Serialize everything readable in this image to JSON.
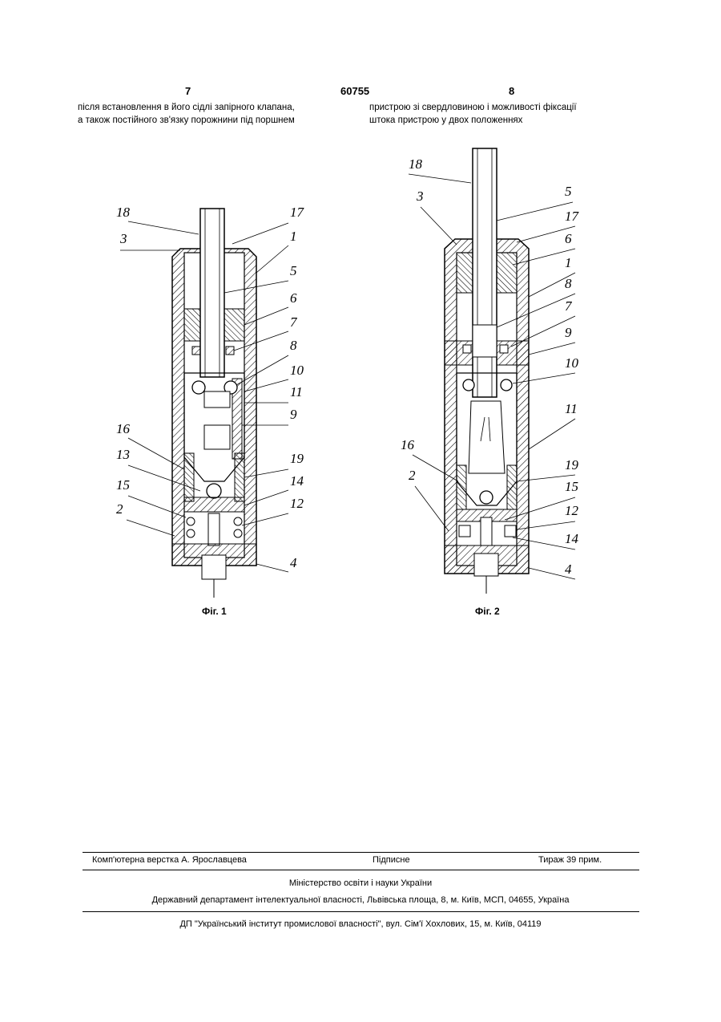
{
  "header": {
    "page_left": "7",
    "patent_number": "60755",
    "page_right": "8"
  },
  "text": {
    "left_col": [
      "після встановлення в його сідлі запірного клапана,",
      "а також постійного зв'язку порожнини під поршнем"
    ],
    "right_col": [
      "пристрою зі свердловиною і можливості фіксації",
      "штока пристрою у двох положеннях"
    ]
  },
  "figures": {
    "fig1": {
      "caption": "Фіг. 1",
      "labels": {
        "l18": "18",
        "l3": "3",
        "l17": "17",
        "l1": "1",
        "l5": "5",
        "l6": "6",
        "l7": "7",
        "l8": "8",
        "l10": "10",
        "l11": "11",
        "l9": "9",
        "l16": "16",
        "l13": "13",
        "l19": "19",
        "l14": "14",
        "l15": "15",
        "l12": "12",
        "l2": "2",
        "l4": "4"
      }
    },
    "fig2": {
      "caption": "Фіг. 2",
      "labels": {
        "l18": "18",
        "l3": "3",
        "l5": "5",
        "l17": "17",
        "l6": "6",
        "l1": "1",
        "l8": "8",
        "l7": "7",
        "l9": "9",
        "l10": "10",
        "l11": "11",
        "l16": "16",
        "l19": "19",
        "l2": "2",
        "l15": "15",
        "l12": "12",
        "l14": "14",
        "l4": "4"
      }
    }
  },
  "footer": {
    "composer": "Комп'ютерна верстка А. Ярославцева",
    "signed": "Підписне",
    "circulation": "Тираж 39 прим.",
    "ministry": "Міністерство освіти і науки України",
    "department": "Державний департамент інтелектуальної власності, Львівська площа, 8, м. Київ, МСП, 04655, Україна",
    "institute": "ДП \"Український інститут промислової власності\", вул. Сім'ї Хохлових, 15, м. Київ, 04119"
  }
}
